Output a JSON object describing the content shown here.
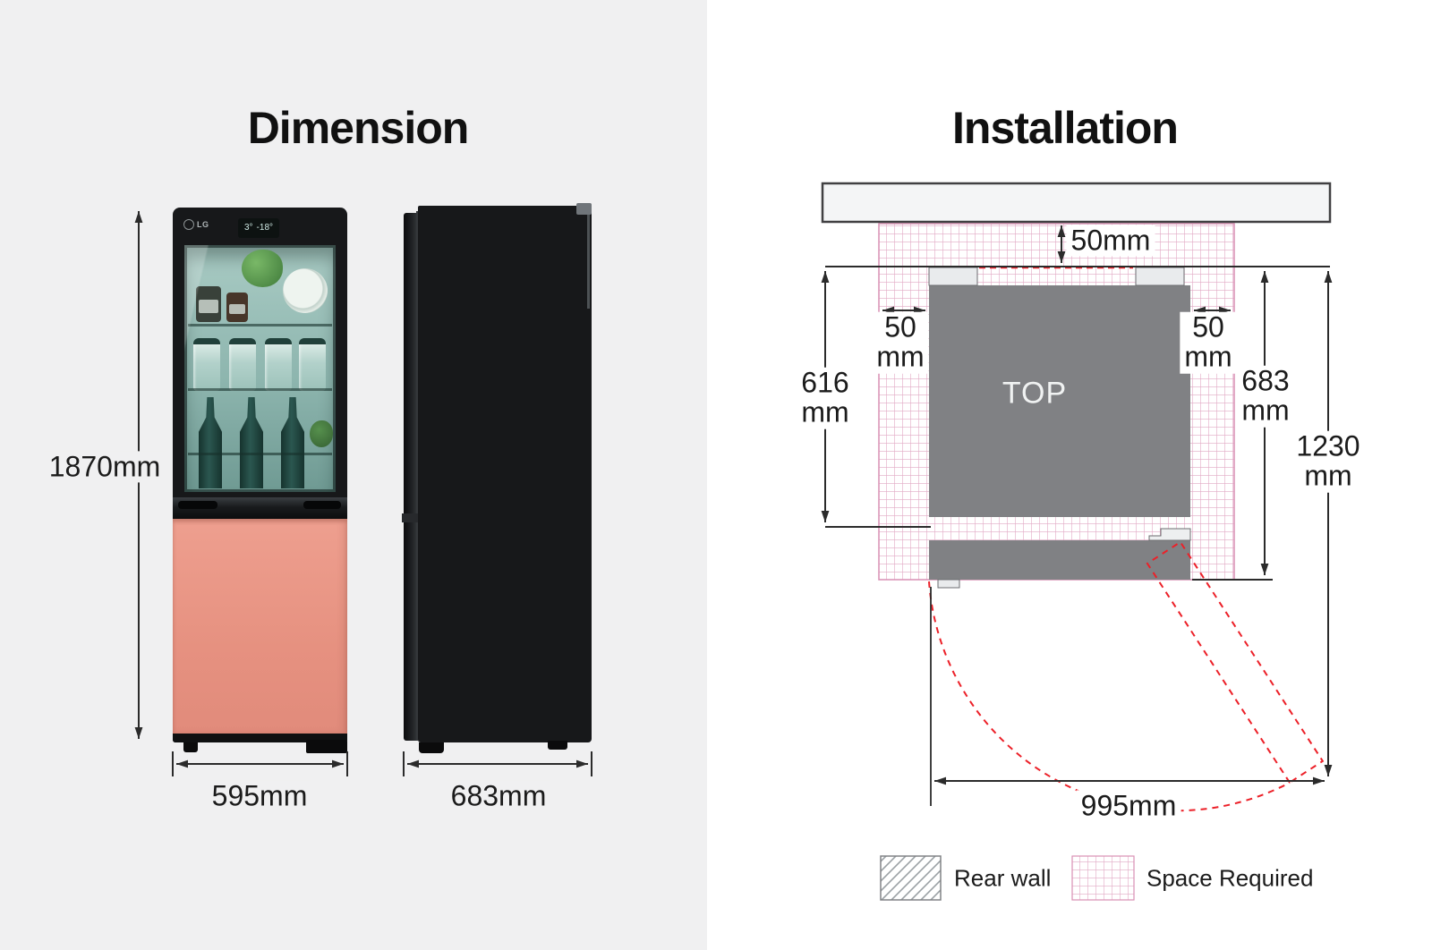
{
  "left": {
    "title": "Dimension",
    "height_label": "1870mm",
    "width_label": "595mm",
    "depth_label": "683mm",
    "fridge": {
      "brand": "LG",
      "display_fridge_temp": "3°",
      "display_freezer_temp": "-18°"
    }
  },
  "right": {
    "title": "Installation",
    "top_face_label": "TOP",
    "clearance_top": "50mm",
    "clearance_left": {
      "value": "50",
      "unit": "mm"
    },
    "clearance_right": {
      "value": "50",
      "unit": "mm"
    },
    "depth_inner": {
      "value": "616",
      "unit": "mm"
    },
    "depth_outer": {
      "value": "683",
      "unit": "mm"
    },
    "depth_total": {
      "value": "1230",
      "unit": "mm"
    },
    "door_swing_width": "995mm",
    "legend": {
      "rear_wall": "Rear wall",
      "space_required": "Space Required"
    }
  },
  "colors": {
    "accent_red": "#ec2028",
    "grid_pink": "#e2a9c4",
    "fridge_body_gray": "#808184",
    "door_pink": "#e8968a",
    "line_dark": "#2b2b2b"
  }
}
